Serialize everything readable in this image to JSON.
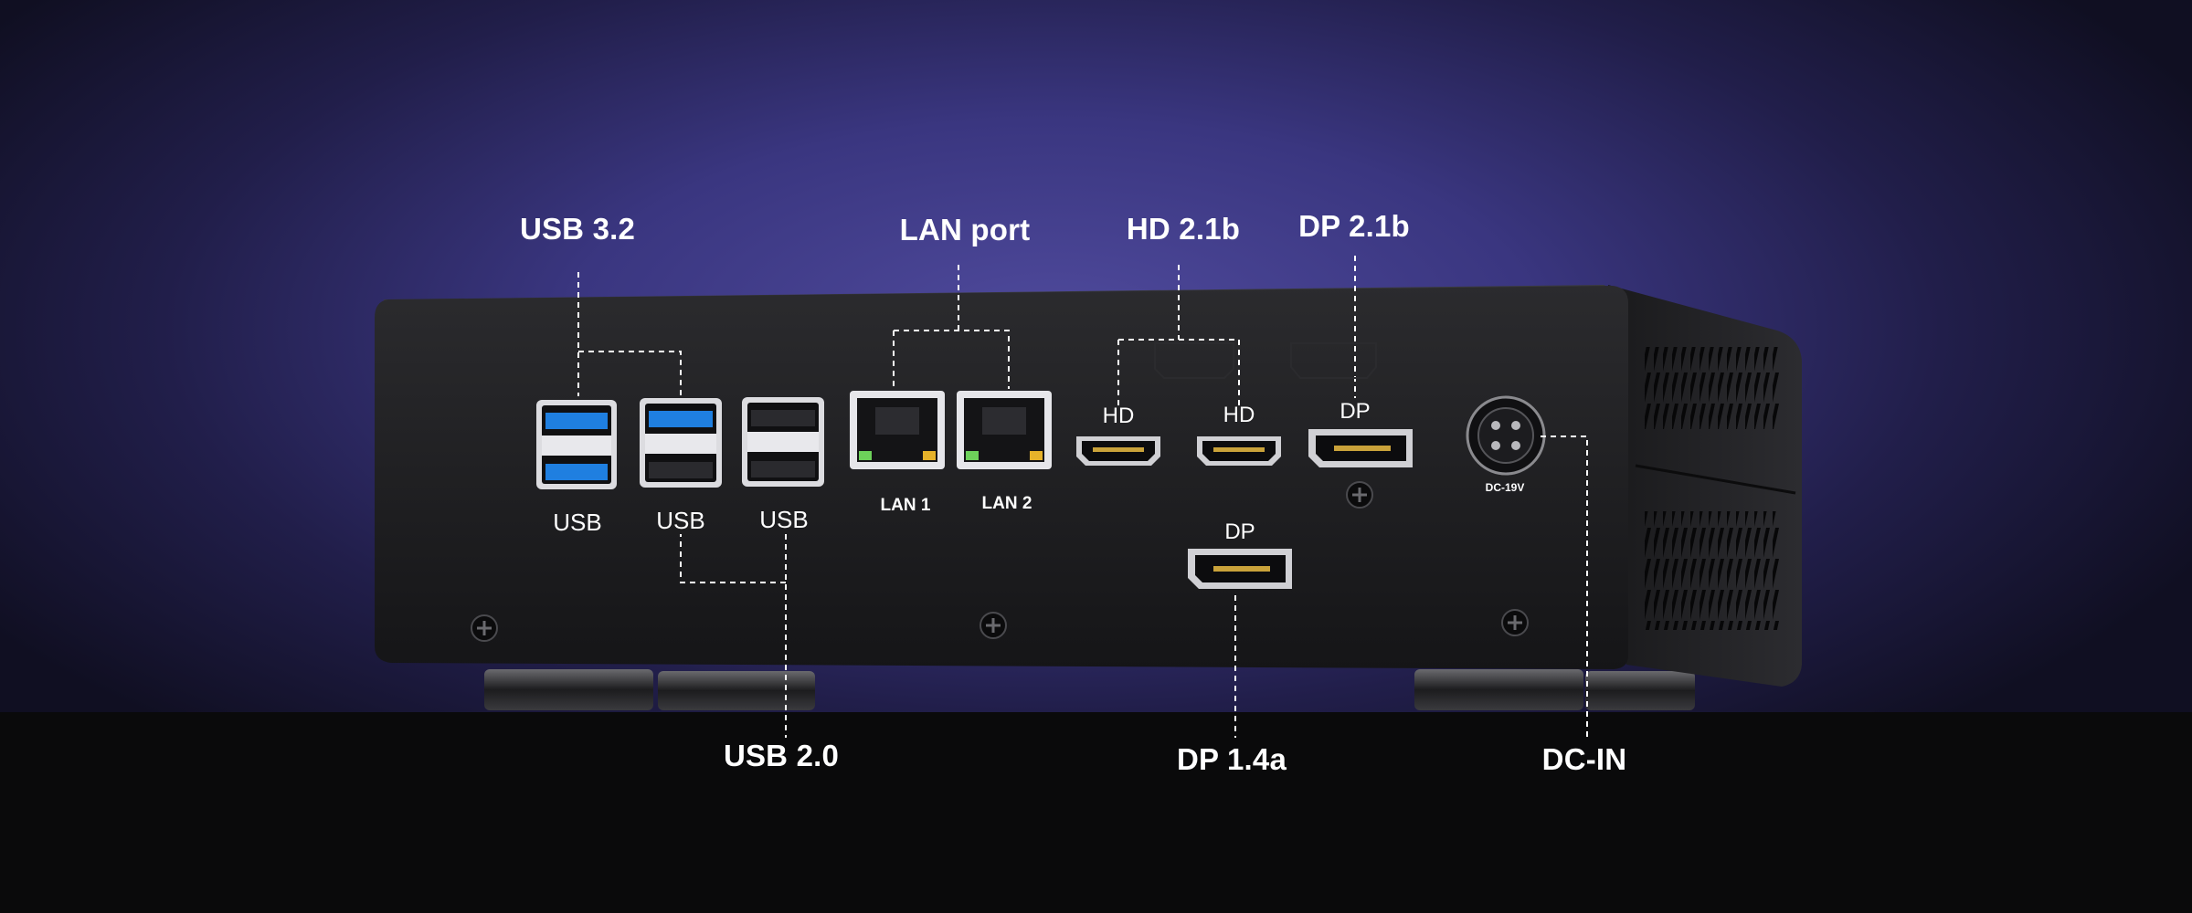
{
  "callouts": {
    "usb32": "USB 3.2",
    "lan": "LAN port",
    "hd21": "HD 2.1b",
    "dp21": "DP 2.1b",
    "usb20": "USB 2.0",
    "dp14": "DP 1.4a",
    "dcin": "DC-IN"
  },
  "port_labels": {
    "usb1": "USB",
    "usb2": "USB",
    "usb3": "USB",
    "lan1": "LAN 1",
    "lan2": "LAN 2",
    "hd1": "HD",
    "hd2": "HD",
    "dp_top": "DP",
    "dp_bottom": "DP",
    "dc": "DC-19V"
  },
  "colors": {
    "usb3_blue": "#1f7fe0",
    "chassis": "#1e1e20",
    "background": "#3a3680",
    "leader_line": "#ffffff"
  }
}
